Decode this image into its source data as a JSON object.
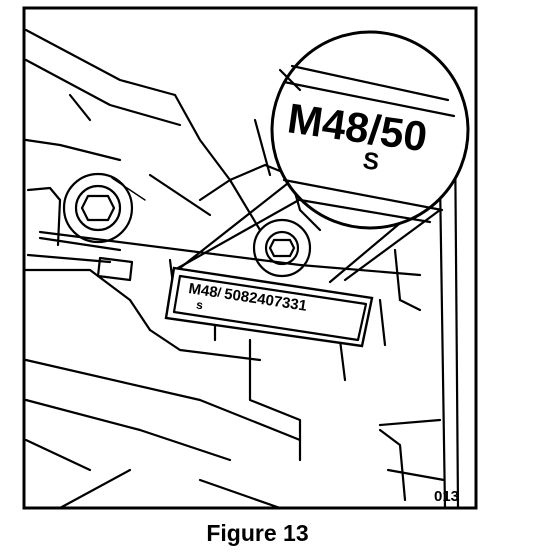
{
  "figure": {
    "caption": "Figure 13",
    "number_tag": "013"
  },
  "label_plate": {
    "code_main": "M48",
    "code_sep": "/",
    "code_number": "5082407331",
    "code_sub": "s"
  },
  "magnifier": {
    "code_line": "M48/50",
    "code_sub": "S"
  }
}
